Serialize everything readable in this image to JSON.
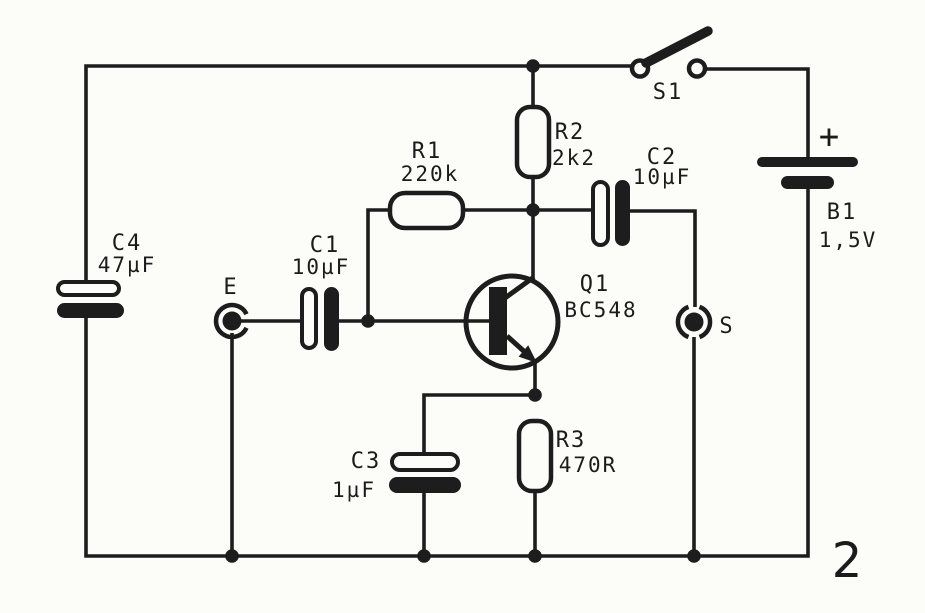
{
  "figure": {
    "number": "2",
    "type": "schematic",
    "description": "one-transistor amplifier circuit diagram"
  },
  "colors": {
    "ink": "#1d1d1d",
    "paper": "#fcfcf8"
  },
  "terminals": {
    "input_label": "E",
    "output_label": "S"
  },
  "components": {
    "C4": {
      "ref": "C4",
      "value": "47µF"
    },
    "C1": {
      "ref": "C1",
      "value": "10µF"
    },
    "R1": {
      "ref": "R1",
      "value": "220k"
    },
    "R2": {
      "ref": "R2",
      "value": "2k2"
    },
    "C2": {
      "ref": "C2",
      "value": "10µF"
    },
    "Q1": {
      "ref": "Q1",
      "value": "BC548"
    },
    "C3": {
      "ref": "C3",
      "value": "1µF"
    },
    "R3": {
      "ref": "R3",
      "value": "470R"
    },
    "S1": {
      "ref": "S1"
    },
    "B1": {
      "ref": "B1",
      "value": "1,5V",
      "polarity": "+"
    }
  }
}
